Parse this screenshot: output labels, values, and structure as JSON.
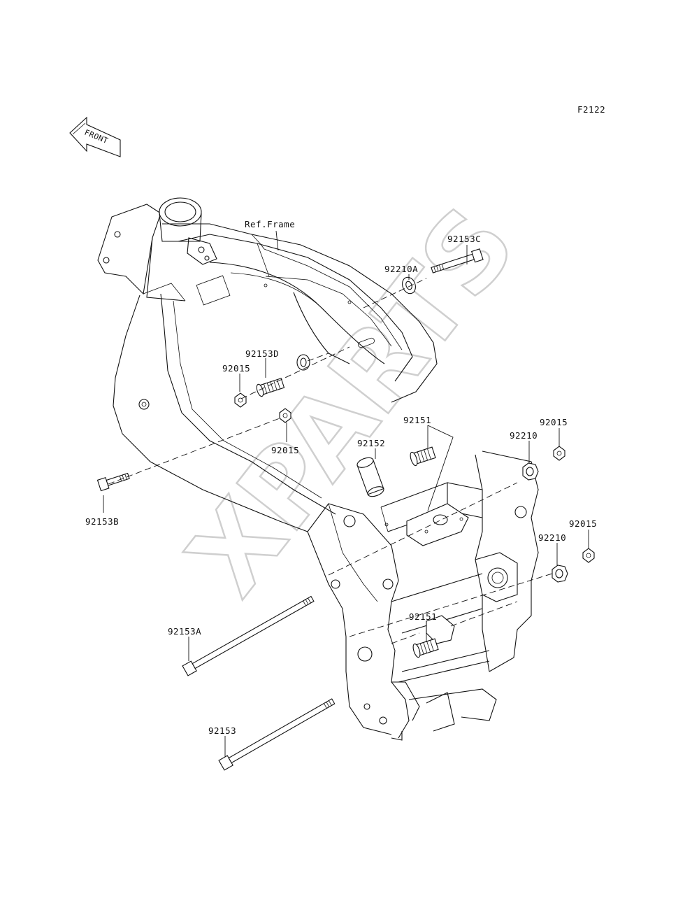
{
  "diagram_code": "F2122",
  "front_arrow_text": "FRONT",
  "watermark_text": "XPARTS",
  "reference_label": "Ref.Frame",
  "parts": [
    {
      "id": "p-92153c",
      "label": "92153C"
    },
    {
      "id": "p-92210a",
      "label": "92210A"
    },
    {
      "id": "p-92153d",
      "label": "92153D"
    },
    {
      "id": "p-92015-a",
      "label": "92015"
    },
    {
      "id": "p-92015-b",
      "label": "92015"
    },
    {
      "id": "p-92153b",
      "label": "92153B"
    },
    {
      "id": "p-92152",
      "label": "92152"
    },
    {
      "id": "p-92151-a",
      "label": "92151"
    },
    {
      "id": "p-92015-c",
      "label": "92015"
    },
    {
      "id": "p-92210-a",
      "label": "92210"
    },
    {
      "id": "p-92015-d",
      "label": "92015"
    },
    {
      "id": "p-92210-b",
      "label": "92210"
    },
    {
      "id": "p-92151-b",
      "label": "92151"
    },
    {
      "id": "p-92153a",
      "label": "92153A"
    },
    {
      "id": "p-92153",
      "label": "92153"
    }
  ]
}
